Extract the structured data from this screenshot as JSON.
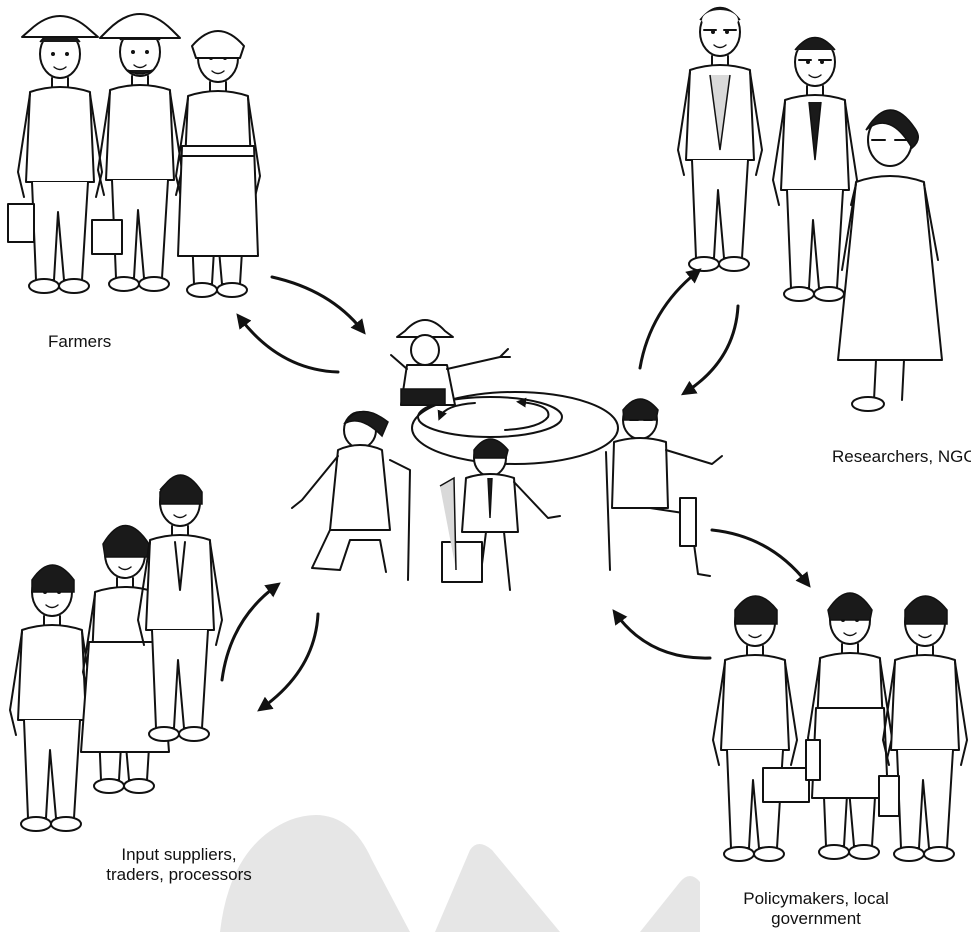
{
  "groups": {
    "farmers": "Farmers",
    "researchers": "Researchers, NGOs",
    "input_line1": "Input suppliers,",
    "input_line2": "traders, processors",
    "policy_line1": "Policymakers, local",
    "policy_line2": "government"
  },
  "colors": {
    "ink": "#111111",
    "background": "#ffffff",
    "watermark": "#e6e6e6"
  }
}
